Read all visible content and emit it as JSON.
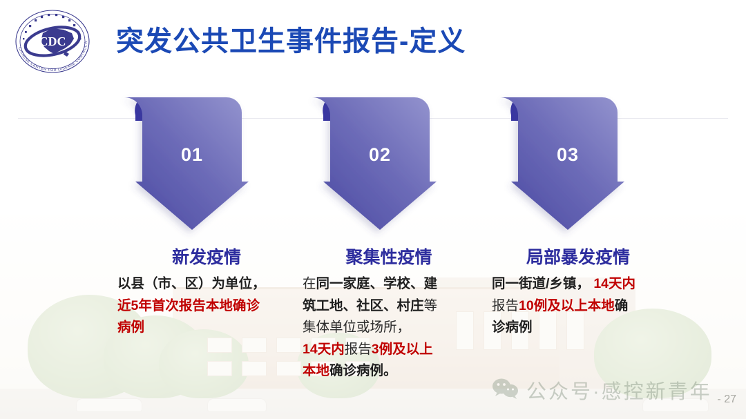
{
  "slide": {
    "title": "突发公共卫生事件报告-定义",
    "page_number": "- 27",
    "title_color": "#1b49b5",
    "heading_color": "#2d2d9e",
    "highlight_color": "#c00000"
  },
  "logo": {
    "name": "china-cdc-logo",
    "abbr": "CDC",
    "ring_text": "CHINESE CENTER FOR DISEASE CONTROL AND PREVENTION",
    "color": "#3b3b8f"
  },
  "arrows": [
    {
      "number": "01",
      "fill_light": "#8f8fcb",
      "fill_dark": "#4b4aa0",
      "tab_color": "#3734a3"
    },
    {
      "number": "02",
      "fill_light": "#8f8fcb",
      "fill_dark": "#4b4aa0",
      "tab_color": "#3734a3"
    },
    {
      "number": "03",
      "fill_light": "#8f8fcb",
      "fill_dark": "#4b4aa0",
      "tab_color": "#3734a3"
    }
  ],
  "columns": [
    {
      "heading": "新发疫情",
      "lines": [
        [
          {
            "t": "以县（市、区）为单位，",
            "s": "kb"
          }
        ],
        [
          {
            "t": "近5年首次报告本地确诊",
            "s": "r"
          }
        ],
        [
          {
            "t": "病例",
            "s": "r"
          }
        ]
      ],
      "plain_text": "以县（市、区）为单位，近5年首次报告本地确诊病例"
    },
    {
      "heading": "聚集性疫情",
      "lines": [
        [
          {
            "t": "在",
            "s": "k"
          },
          {
            "t": "同一家庭、学校、建",
            "s": "kb"
          }
        ],
        [
          {
            "t": "筑工地、社区、村庄",
            "s": "kb"
          },
          {
            "t": "等",
            "s": "k"
          }
        ],
        [
          {
            "t": "集体单位或场所，",
            "s": "k"
          }
        ],
        [
          {
            "t": "14天内",
            "s": "r"
          },
          {
            "t": "报告",
            "s": "k"
          },
          {
            "t": "3例及以上",
            "s": "r"
          }
        ],
        [
          {
            "t": "本地",
            "s": "r"
          },
          {
            "t": "确诊病例。",
            "s": "kb"
          }
        ]
      ],
      "plain_text": "在同一家庭、学校、建筑工地、社区、村庄等集体单位或场所，14天内报告3例及以上本地确诊病例。"
    },
    {
      "heading": "局部暴发疫情",
      "lines": [
        [
          {
            "t": "同一街道/乡镇，",
            "s": "kb"
          },
          {
            "t": " 14天内",
            "s": "r"
          }
        ],
        [
          {
            "t": "报告",
            "s": "k"
          },
          {
            "t": "10例及以上本地",
            "s": "r"
          },
          {
            "t": "确",
            "s": "kb"
          }
        ],
        [
          {
            "t": "诊病例",
            "s": "kb"
          }
        ]
      ],
      "plain_text": "同一街道/乡镇，14天内报告10例及以上本地确诊病例"
    }
  ],
  "watermark": {
    "icon": "wechat-icon",
    "text": "公众号·感控新青年"
  }
}
